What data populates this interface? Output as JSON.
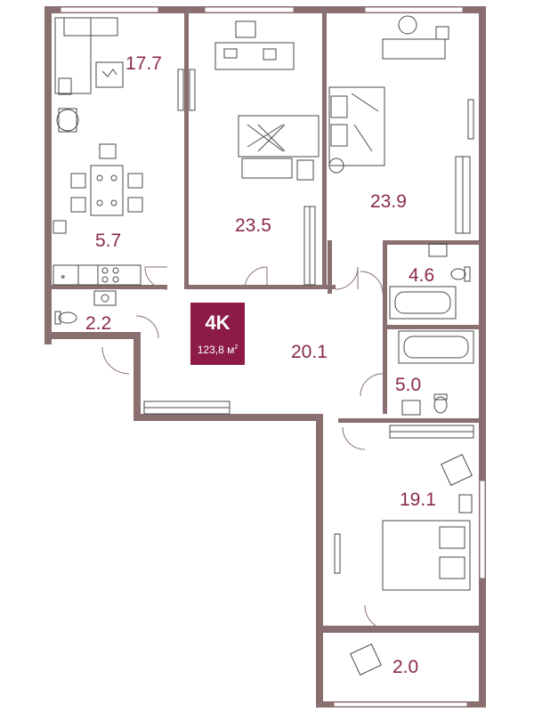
{
  "apartment": {
    "type": "4K",
    "total_area_value": "123,8 м",
    "total_area_unit_sup": "2"
  },
  "rooms": [
    {
      "area": "17.7"
    },
    {
      "area": "5.7"
    },
    {
      "area": "2.2"
    },
    {
      "area": "23.5"
    },
    {
      "area": "23.9"
    },
    {
      "area": "4.6"
    },
    {
      "area": "20.1"
    },
    {
      "area": "5.0"
    },
    {
      "area": "19.1"
    },
    {
      "area": "2.0"
    }
  ],
  "colors": {
    "wall": "#8a6f70",
    "accent": "#8c1c46",
    "label": "#8a2a4a"
  }
}
